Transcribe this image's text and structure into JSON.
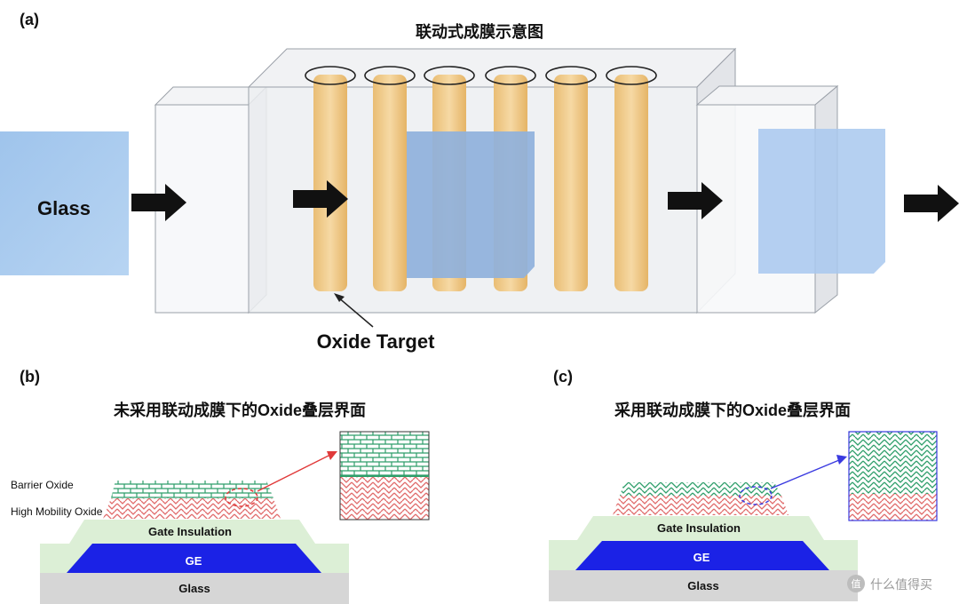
{
  "panel_a": {
    "label": "(a)",
    "title": "联动式成膜示意图",
    "glass_label": "Glass",
    "target_label": "Oxide Target"
  },
  "panel_b": {
    "label": "(b)",
    "title": "未采用联动成膜下的Oxide叠层界面",
    "barrier_label": "Barrier Oxide",
    "high_mobility_label": "High Mobility Oxide",
    "gate_label": "Gate Insulation",
    "ge_label": "GE",
    "glass_label": "Glass"
  },
  "panel_c": {
    "label": "(c)",
    "title": "采用联动成膜下的Oxide叠层界面",
    "gate_label": "Gate Insulation",
    "ge_label": "GE",
    "glass_label": "Glass"
  },
  "watermark": {
    "text": "什么值得买"
  },
  "colors": {
    "glass_blue": "#9ec3ea",
    "target_orange": "#f2cd8f",
    "chamber": "#eef0f3",
    "gate_green": "#dcefd6",
    "ge_blue": "#1b22e6",
    "substrate_gray": "#d6d6d6",
    "brick_green": "#2e9e6a",
    "brick_red": "#e06a6a"
  }
}
